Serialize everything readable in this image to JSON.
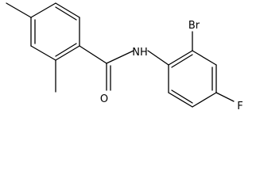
{
  "atom_labels": {
    "oxygen": "O",
    "nitrogen_hydrogen": "NH",
    "bromine": "Br",
    "fluorine": "F"
  },
  "colors": {
    "bond": "#000000",
    "label": "#000000",
    "background": "#ffffff"
  }
}
